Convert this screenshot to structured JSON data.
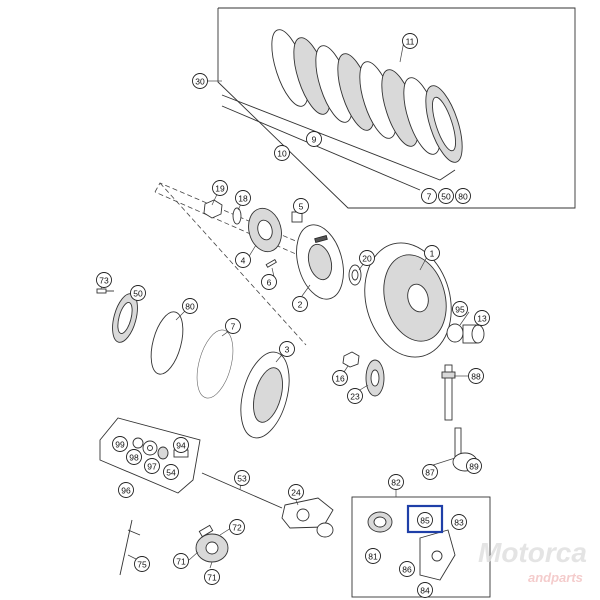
{
  "diagram": {
    "callouts": [
      {
        "id": "c11",
        "label": "11"
      },
      {
        "id": "c30",
        "label": "30"
      },
      {
        "id": "c9",
        "label": "9"
      },
      {
        "id": "c10",
        "label": "10"
      },
      {
        "id": "c7a",
        "label": "7"
      },
      {
        "id": "c50a",
        "label": "50"
      },
      {
        "id": "c80a",
        "label": "80"
      },
      {
        "id": "c19",
        "label": "19"
      },
      {
        "id": "c18",
        "label": "18"
      },
      {
        "id": "c5",
        "label": "5"
      },
      {
        "id": "c4",
        "label": "4"
      },
      {
        "id": "c6",
        "label": "6"
      },
      {
        "id": "c2",
        "label": "2"
      },
      {
        "id": "c20",
        "label": "20"
      },
      {
        "id": "c1",
        "label": "1"
      },
      {
        "id": "c73",
        "label": "73"
      },
      {
        "id": "c50b",
        "label": "50"
      },
      {
        "id": "c80b",
        "label": "80"
      },
      {
        "id": "c7b",
        "label": "7"
      },
      {
        "id": "c3",
        "label": "3"
      },
      {
        "id": "c95",
        "label": "95"
      },
      {
        "id": "c13",
        "label": "13"
      },
      {
        "id": "c16",
        "label": "16"
      },
      {
        "id": "c23",
        "label": "23"
      },
      {
        "id": "c88",
        "label": "88"
      },
      {
        "id": "c99",
        "label": "99"
      },
      {
        "id": "c98",
        "label": "98"
      },
      {
        "id": "c97",
        "label": "97"
      },
      {
        "id": "c94",
        "label": "94"
      },
      {
        "id": "c54",
        "label": "54"
      },
      {
        "id": "c96",
        "label": "96"
      },
      {
        "id": "c53",
        "label": "53"
      },
      {
        "id": "c87",
        "label": "87"
      },
      {
        "id": "c89",
        "label": "89"
      },
      {
        "id": "c24",
        "label": "24"
      },
      {
        "id": "c82",
        "label": "82"
      },
      {
        "id": "c72",
        "label": "72"
      },
      {
        "id": "c85",
        "label": "85"
      },
      {
        "id": "c83",
        "label": "83"
      },
      {
        "id": "c81",
        "label": "81"
      },
      {
        "id": "c86",
        "label": "86"
      },
      {
        "id": "c84",
        "label": "84"
      },
      {
        "id": "c75",
        "label": "75"
      },
      {
        "id": "c71a",
        "label": "71"
      },
      {
        "id": "c71b",
        "label": "71"
      }
    ],
    "highlighted_callout": "85",
    "highlight_color": "#1f3fa8"
  },
  "watermark": {
    "brand": "Motorca",
    "tagline": "andparts",
    "color_primary": "#e0e0e0",
    "color_secondary": "#f3c4c4"
  }
}
